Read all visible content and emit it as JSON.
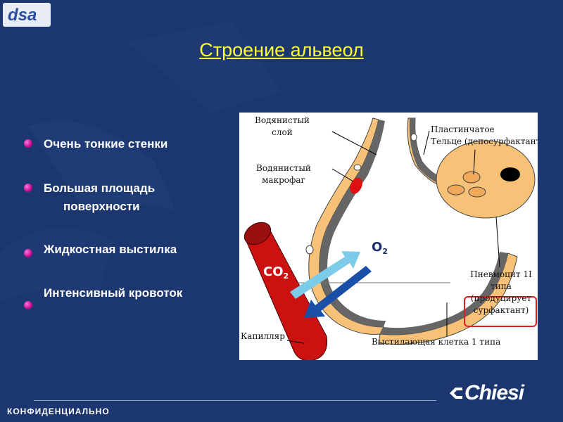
{
  "logo": {
    "text": "dsa"
  },
  "title": "Строение альвеол",
  "bullets": [
    {
      "line1": "Очень тонкие стенки",
      "line2": ""
    },
    {
      "line1": "Большая площадь",
      "line2": "поверхности"
    },
    {
      "line1": "Жидкостная выстилка",
      "line2": ""
    },
    {
      "line1": "Интенсивный кровоток",
      "line2": ""
    }
  ],
  "diagram": {
    "labels": {
      "water_layer": [
        "Водянистый",
        "слой"
      ],
      "macrophage": [
        "Водянистый",
        "макрофаг"
      ],
      "lamellar_body": [
        "Пластинчатое",
        "Тельце (депосурфактанта)"
      ],
      "pneumocyte2": [
        "Пневмоцит 1I",
        "типа",
        "(продуцирует",
        "сурфактант)"
      ],
      "capillary": "Капилляр",
      "type1_cell": "Выстилающая клетка 1 типа",
      "co2": "CO",
      "co2_sub": "2",
      "o2": "O",
      "o2_sub": "2"
    },
    "colors": {
      "cell": "#f7c278",
      "wall": "#666666",
      "capillary": "#cc1111",
      "arrow_in": "#7ccbe8",
      "arrow_out": "#1a4fa8",
      "highlight_box": "#e02020"
    }
  },
  "footer": {
    "confidential": "КОНФИДЕНЦИАЛЬНО",
    "brand": "Chiesi"
  }
}
